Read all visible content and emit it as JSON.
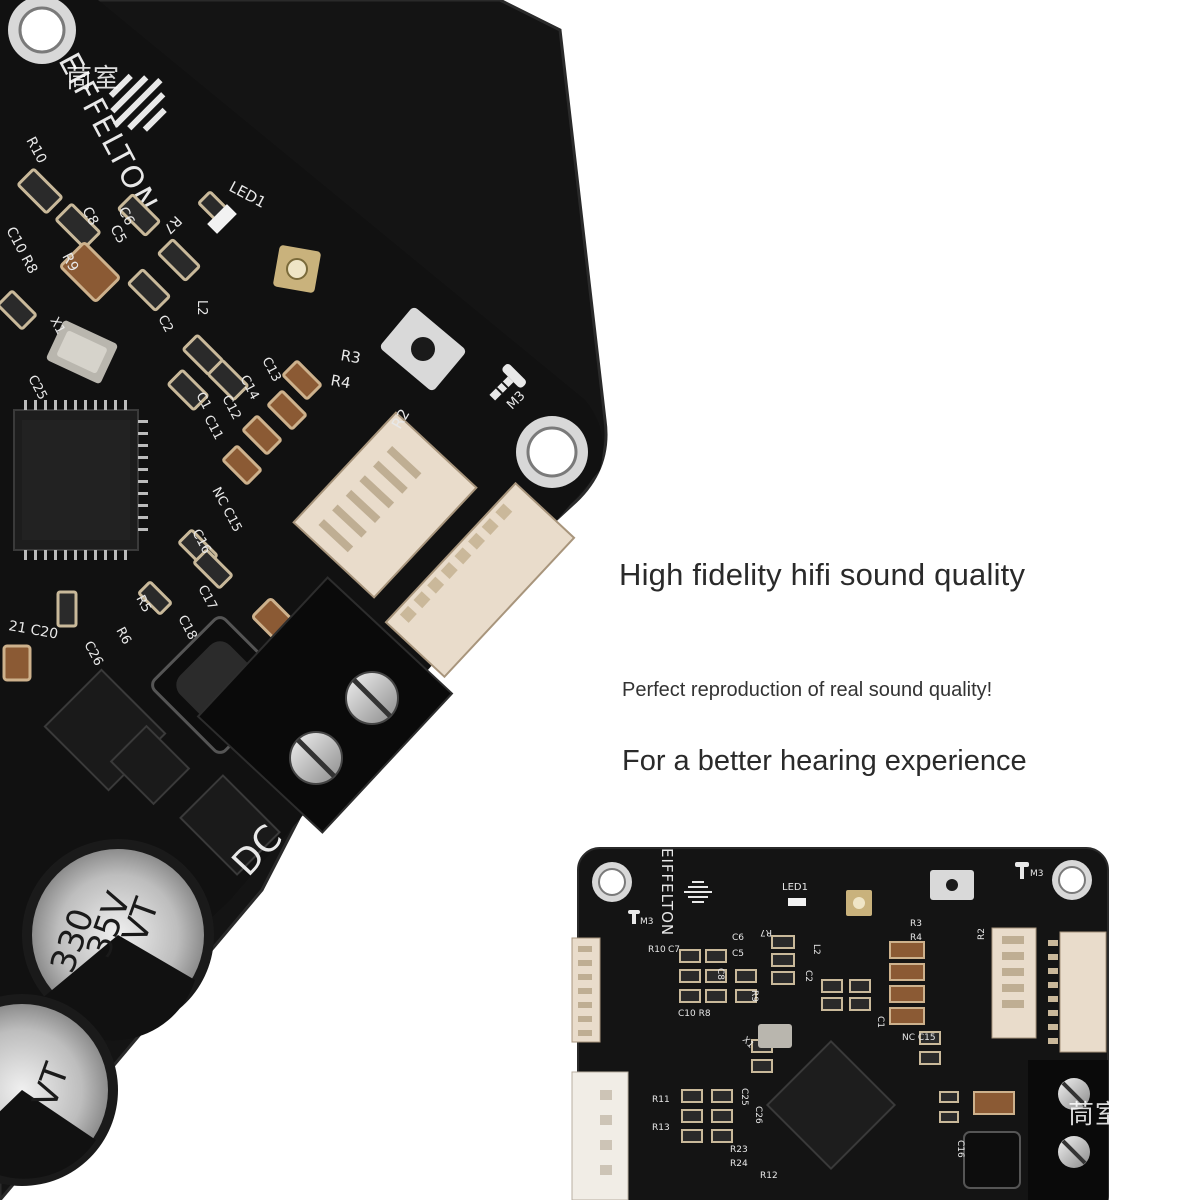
{
  "watermark": "茼室",
  "board_large": {
    "brand": "EIFFELTON",
    "labels": {
      "led": "LED1",
      "r7": "R7",
      "r3": "R3",
      "r4": "R4",
      "r2": "R2",
      "r9": "R9",
      "r10": "R10",
      "c6": "C6",
      "c5": "C5",
      "c8": "C8",
      "c10_r8": "C10 R8",
      "c13": "C13",
      "c14": "C14",
      "c12": "C12",
      "c11": "C11",
      "c1": "C1",
      "c2": "C2",
      "c15": "NC C15",
      "c16": "C16",
      "c17": "C17",
      "c18": "C18",
      "c26": "C26",
      "r6": "R6",
      "r5": "R5",
      "x1": "X1",
      "l2": "L2",
      "c21_c20": "21 C20",
      "c25": "C25",
      "m3": "M3",
      "dc": "DC",
      "cap_value": "330",
      "cap_voltage": "35V",
      "cap_series": "VT"
    }
  },
  "text": {
    "headline": "High fidelity hifi sound quality",
    "subline": "Perfect reproduction of real sound quality!",
    "tagline": "For a better hearing experience"
  },
  "board_small": {
    "brand": "EIFFELTON",
    "labels": {
      "led": "LED1",
      "r7": "R7",
      "r3": "R3",
      "r4": "R4",
      "r2": "R2",
      "r10": "R10",
      "c7": "C7",
      "c6": "C6",
      "c5": "C5",
      "c8": "C8",
      "c10_r8": "C10 R8",
      "r9": "R9",
      "l2": "L2",
      "x1": "X1",
      "c1": "C1",
      "c2": "C2",
      "c15": "NC C15",
      "c25": "C25",
      "c26": "C26",
      "r11": "R11",
      "r12": "R12",
      "r23": "R23",
      "r24": "R24",
      "r13": "R13",
      "c16": "C16",
      "m3": "M3"
    }
  },
  "colors": {
    "pcb": "#141414",
    "pcb_edge": "#262626",
    "silkscreen": "#e8e8e8",
    "pad": "#c9b99a",
    "connector": "#e9dccb",
    "capacitor_top": "#c8c8c8",
    "text_dark": "#2a2a2a"
  }
}
